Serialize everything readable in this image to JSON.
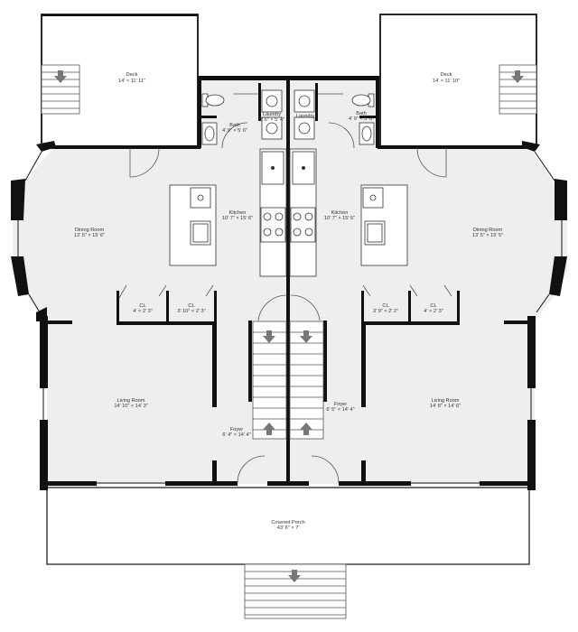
{
  "floorplan": {
    "rooms": {
      "deck_left": {
        "name": "Deck",
        "dims": "14' × 11' 11\""
      },
      "deck_right": {
        "name": "Deck",
        "dims": "14' × 11' 10\""
      },
      "laundry_left": {
        "name": "Laundry",
        "dims": "3' 6\" × 5' 4\""
      },
      "laundry_right": {
        "name": "Laundry",
        "dims": ""
      },
      "bath_left": {
        "name": "Bath",
        "dims": "4' 9\" × 5' 6\""
      },
      "bath_right": {
        "name": "Bath",
        "dims": "4' 9\" × 5' 6\""
      },
      "kitchen_left": {
        "name": "Kitchen",
        "dims": "10' 7\" × 15' 6\""
      },
      "kitchen_right": {
        "name": "Kitchen",
        "dims": "10' 7\" × 15' 5\""
      },
      "dining_left": {
        "name": "Dining Room",
        "dims": "13' 5\" × 15' 6\""
      },
      "dining_right": {
        "name": "Dining Room",
        "dims": "13' 5\" × 15' 5\""
      },
      "cl_1": {
        "name": "CL",
        "dims": "4' × 2' 3\""
      },
      "cl_2": {
        "name": "CL",
        "dims": "3' 10\" × 2' 3\""
      },
      "cl_3": {
        "name": "CL",
        "dims": "3' 9\" × 2' 2\""
      },
      "cl_4": {
        "name": "CL",
        "dims": "4' × 2' 3\""
      },
      "living_left": {
        "name": "Living Room",
        "dims": "14' 10\" × 14' 3\""
      },
      "living_right": {
        "name": "Living Room",
        "dims": "14' 8\" × 14' 6\""
      },
      "foyer_left": {
        "name": "Foyer",
        "dims": "6' 4\" × 14' 4\""
      },
      "foyer_right": {
        "name": "Foyer",
        "dims": "6' 5\" × 14' 4\""
      },
      "porch": {
        "name": "Covered Porch",
        "dims": "43' 6\" × 7'"
      }
    }
  },
  "colors": {
    "wall": "#111111",
    "floor": "#eeeeee",
    "label": "#333333",
    "arrow": "#777777"
  }
}
